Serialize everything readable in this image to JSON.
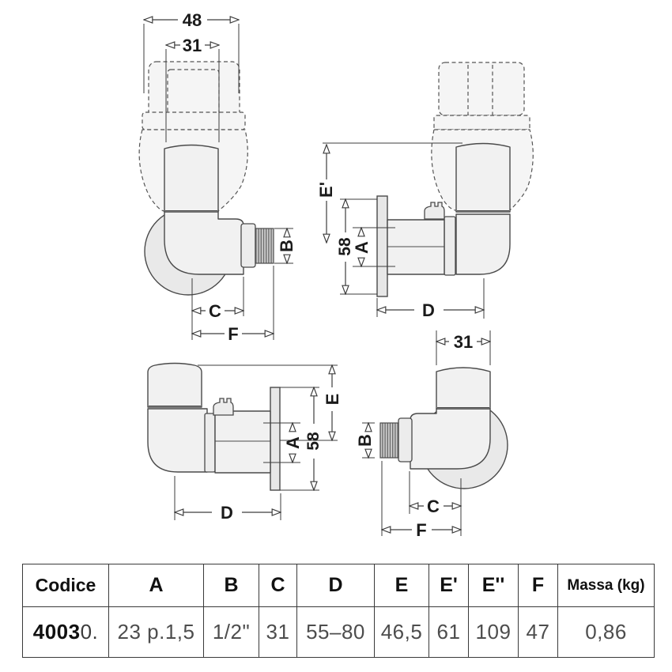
{
  "drawing": {
    "description": "Four orthographic views of an angled radiator valve with dimension callouts",
    "colors": {
      "line": "#4a4a4a",
      "dimension_line": "#3d3d3d",
      "body_fill": "#f1f1f1",
      "plate_fill": "#e7e7e7",
      "disc_fill": "#e9e9e9",
      "dashed_fill": "#f5f5f5",
      "label_text": "#1a1a1a"
    },
    "top_left": {
      "width_outer": "48",
      "width_inner": "31",
      "thread": "B",
      "center_to_face": "C",
      "overall": "F"
    },
    "top_right": {
      "height_upper": "E'",
      "plate_height": "58",
      "body_height": "A",
      "depth": "D"
    },
    "bottom_left": {
      "height_upper": "E",
      "plate_height": "58",
      "body_height": "A",
      "depth": "D"
    },
    "bottom_right": {
      "width_inner": "31",
      "thread": "B",
      "center_to_face": "C",
      "overall": "F"
    }
  },
  "table": {
    "headers": [
      "Codice",
      "A",
      "B",
      "C",
      "D",
      "E",
      "E'",
      "E''",
      "F",
      "Massa (kg)"
    ],
    "row": {
      "code_bold": "4003",
      "code_suffix": "0.",
      "a": "23 p.1,5",
      "b": "1/2\"",
      "c": "31",
      "d": "55–80",
      "e": "46,5",
      "e_prime": "61",
      "e_second": "109",
      "f": "47",
      "massa": "0,86"
    }
  }
}
